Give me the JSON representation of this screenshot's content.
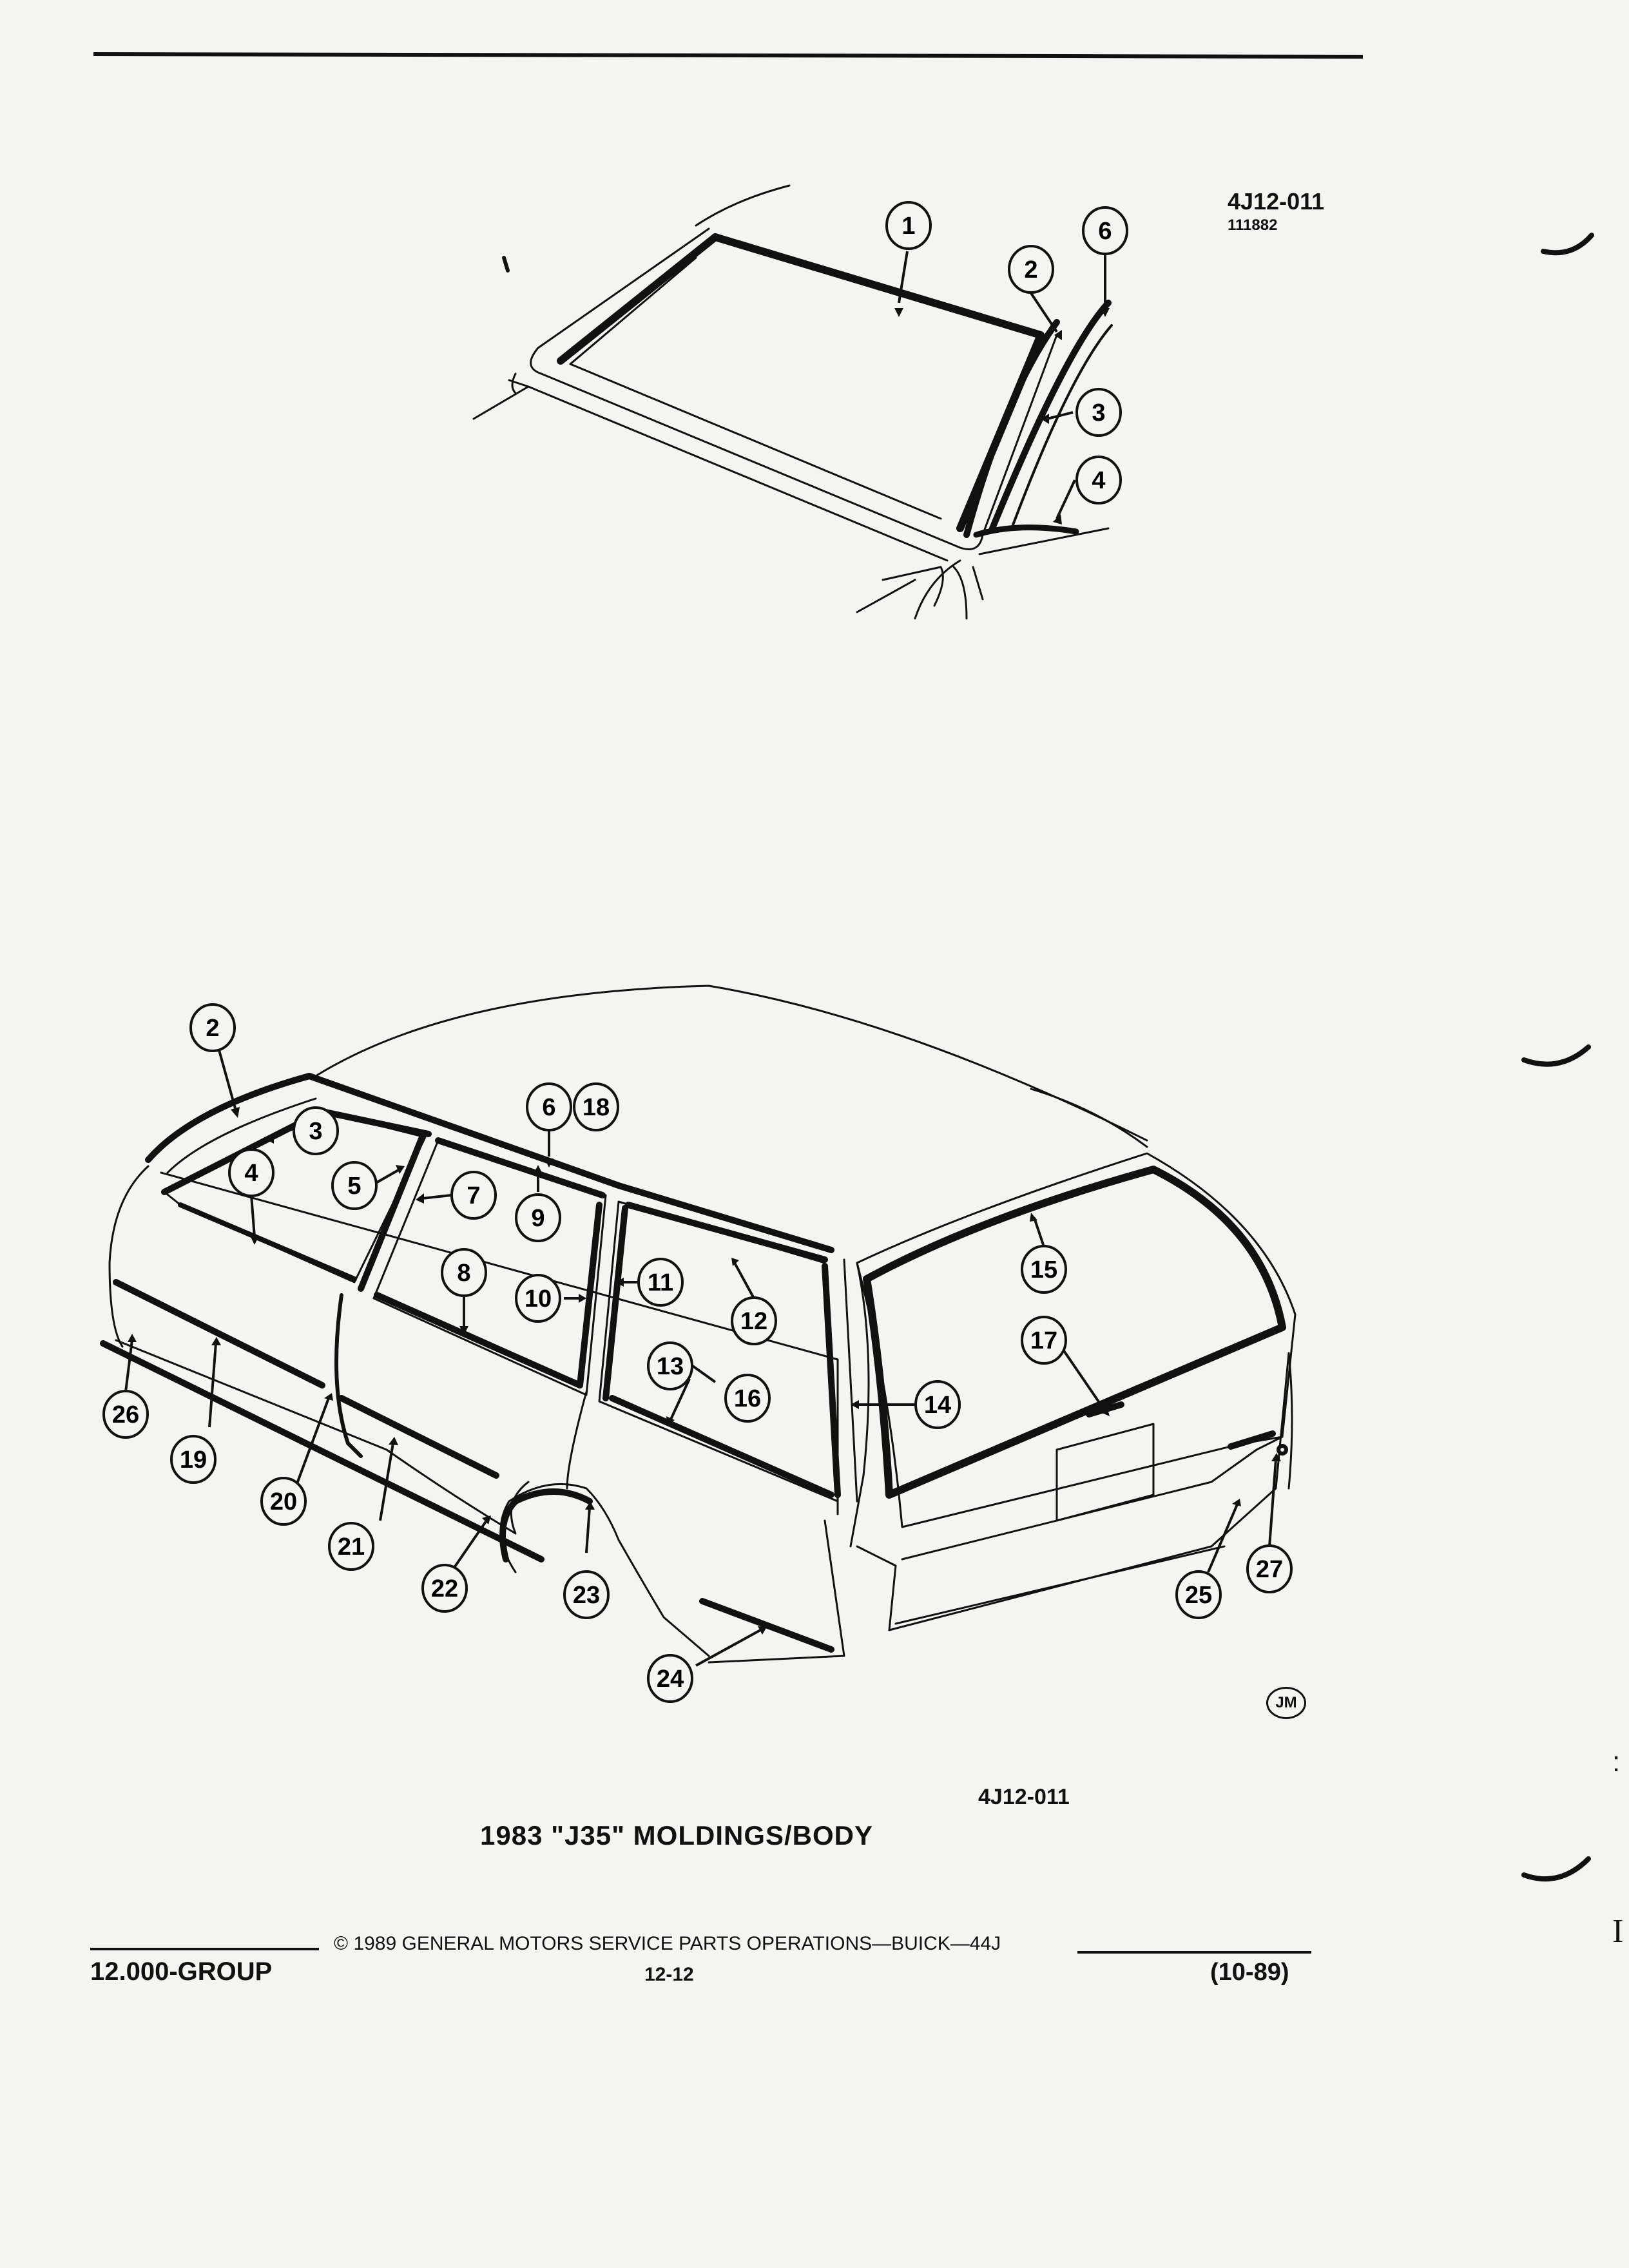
{
  "figure": {
    "code_top": "4J12-011",
    "date_code_top": "111882",
    "code_bottom": "4J12-011",
    "caption": "1983 \"J35\" MOLDINGS/BODY",
    "artist_mark": "JM"
  },
  "footer": {
    "copyright": "© 1989 GENERAL MOTORS SERVICE PARTS OPERATIONS—BUICK—44J",
    "group": "12.000-GROUP",
    "page": "12-12",
    "date": "(10-89)"
  },
  "edge_marks": {
    "colon": ":",
    "letter": "I"
  },
  "callouts": [
    {
      "id": "top-1",
      "label": "1"
    },
    {
      "id": "top-2",
      "label": "2"
    },
    {
      "id": "top-6",
      "label": "6"
    },
    {
      "id": "top-3",
      "label": "3"
    },
    {
      "id": "top-4",
      "label": "4"
    },
    {
      "id": "b-2",
      "label": "2"
    },
    {
      "id": "b-3",
      "label": "3"
    },
    {
      "id": "b-4",
      "label": "4"
    },
    {
      "id": "b-5",
      "label": "5"
    },
    {
      "id": "b-6",
      "label": "6"
    },
    {
      "id": "b-18",
      "label": "18"
    },
    {
      "id": "b-7",
      "label": "7"
    },
    {
      "id": "b-9",
      "label": "9"
    },
    {
      "id": "b-8",
      "label": "8"
    },
    {
      "id": "b-10",
      "label": "10"
    },
    {
      "id": "b-11",
      "label": "11"
    },
    {
      "id": "b-12",
      "label": "12"
    },
    {
      "id": "b-13",
      "label": "13"
    },
    {
      "id": "b-16",
      "label": "16"
    },
    {
      "id": "b-14",
      "label": "14"
    },
    {
      "id": "b-15",
      "label": "15"
    },
    {
      "id": "b-17",
      "label": "17"
    },
    {
      "id": "b-26",
      "label": "26"
    },
    {
      "id": "b-19",
      "label": "19"
    },
    {
      "id": "b-20",
      "label": "20"
    },
    {
      "id": "b-21",
      "label": "21"
    },
    {
      "id": "b-22",
      "label": "22"
    },
    {
      "id": "b-23",
      "label": "23"
    },
    {
      "id": "b-24",
      "label": "24"
    },
    {
      "id": "b-25",
      "label": "25"
    },
    {
      "id": "b-27",
      "label": "27"
    }
  ]
}
